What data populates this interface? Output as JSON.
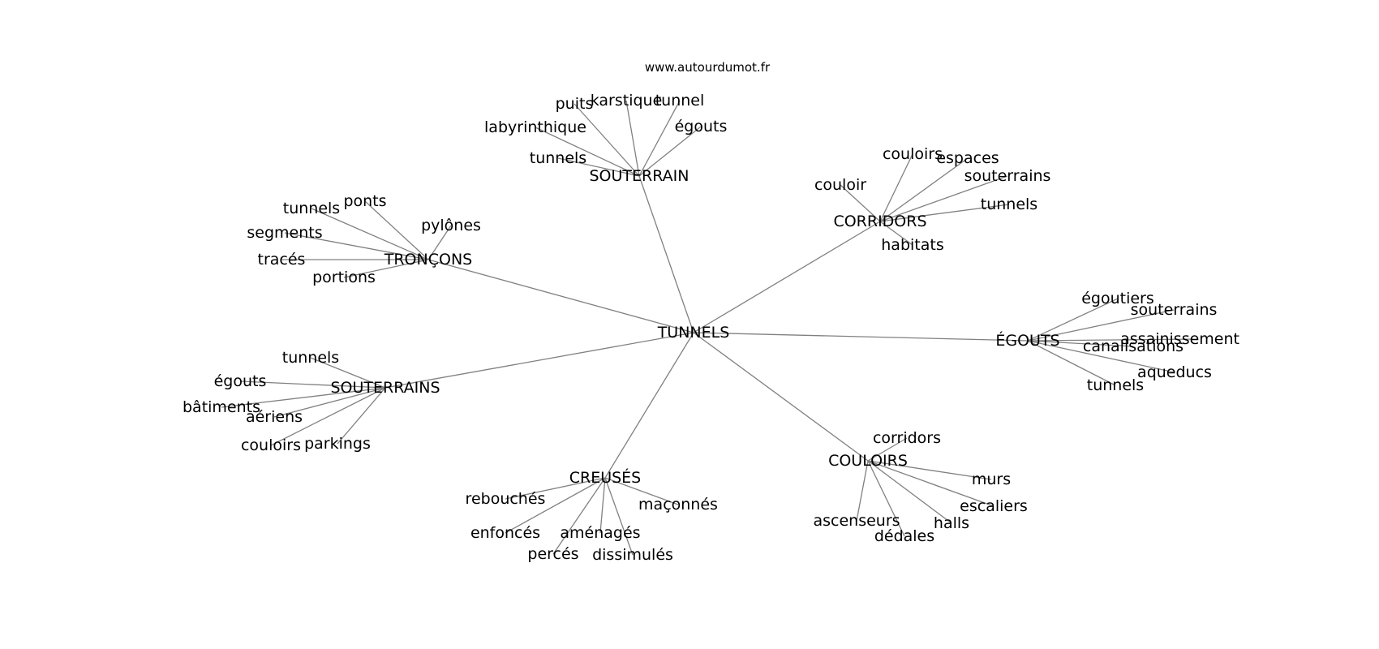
{
  "source": "www.autourdumot.fr",
  "center": "TUNNELS",
  "clusters": [
    {
      "label": "SOUTERRAIN",
      "words": [
        "puits",
        "karstique",
        "tunnel",
        "égouts",
        "labyrinthique",
        "tunnels"
      ]
    },
    {
      "label": "CORRIDORS",
      "words": [
        "couloirs",
        "espaces",
        "couloir",
        "souterrains",
        "tunnels",
        "habitats"
      ]
    },
    {
      "label": "TRONÇONS",
      "words": [
        "ponts",
        "tunnels",
        "pylônes",
        "segments",
        "tracés",
        "portions"
      ]
    },
    {
      "label": "ÉGOUTS",
      "words": [
        "égoutiers",
        "souterrains",
        "assainissement",
        "canalisations",
        "aqueducs",
        "tunnels"
      ]
    },
    {
      "label": "SOUTERRAINS",
      "words": [
        "tunnels",
        "égouts",
        "bâtiments",
        "aériens",
        "couloirs",
        "parkings"
      ]
    },
    {
      "label": "COULOIRS",
      "words": [
        "corridors",
        "murs",
        "escaliers",
        "halls",
        "dédales",
        "ascenseurs"
      ]
    },
    {
      "label": "CREUSÉS",
      "words": [
        "rebouchés",
        "maçonnés",
        "enfoncés",
        "aménagés",
        "percés",
        "dissimulés"
      ]
    }
  ]
}
